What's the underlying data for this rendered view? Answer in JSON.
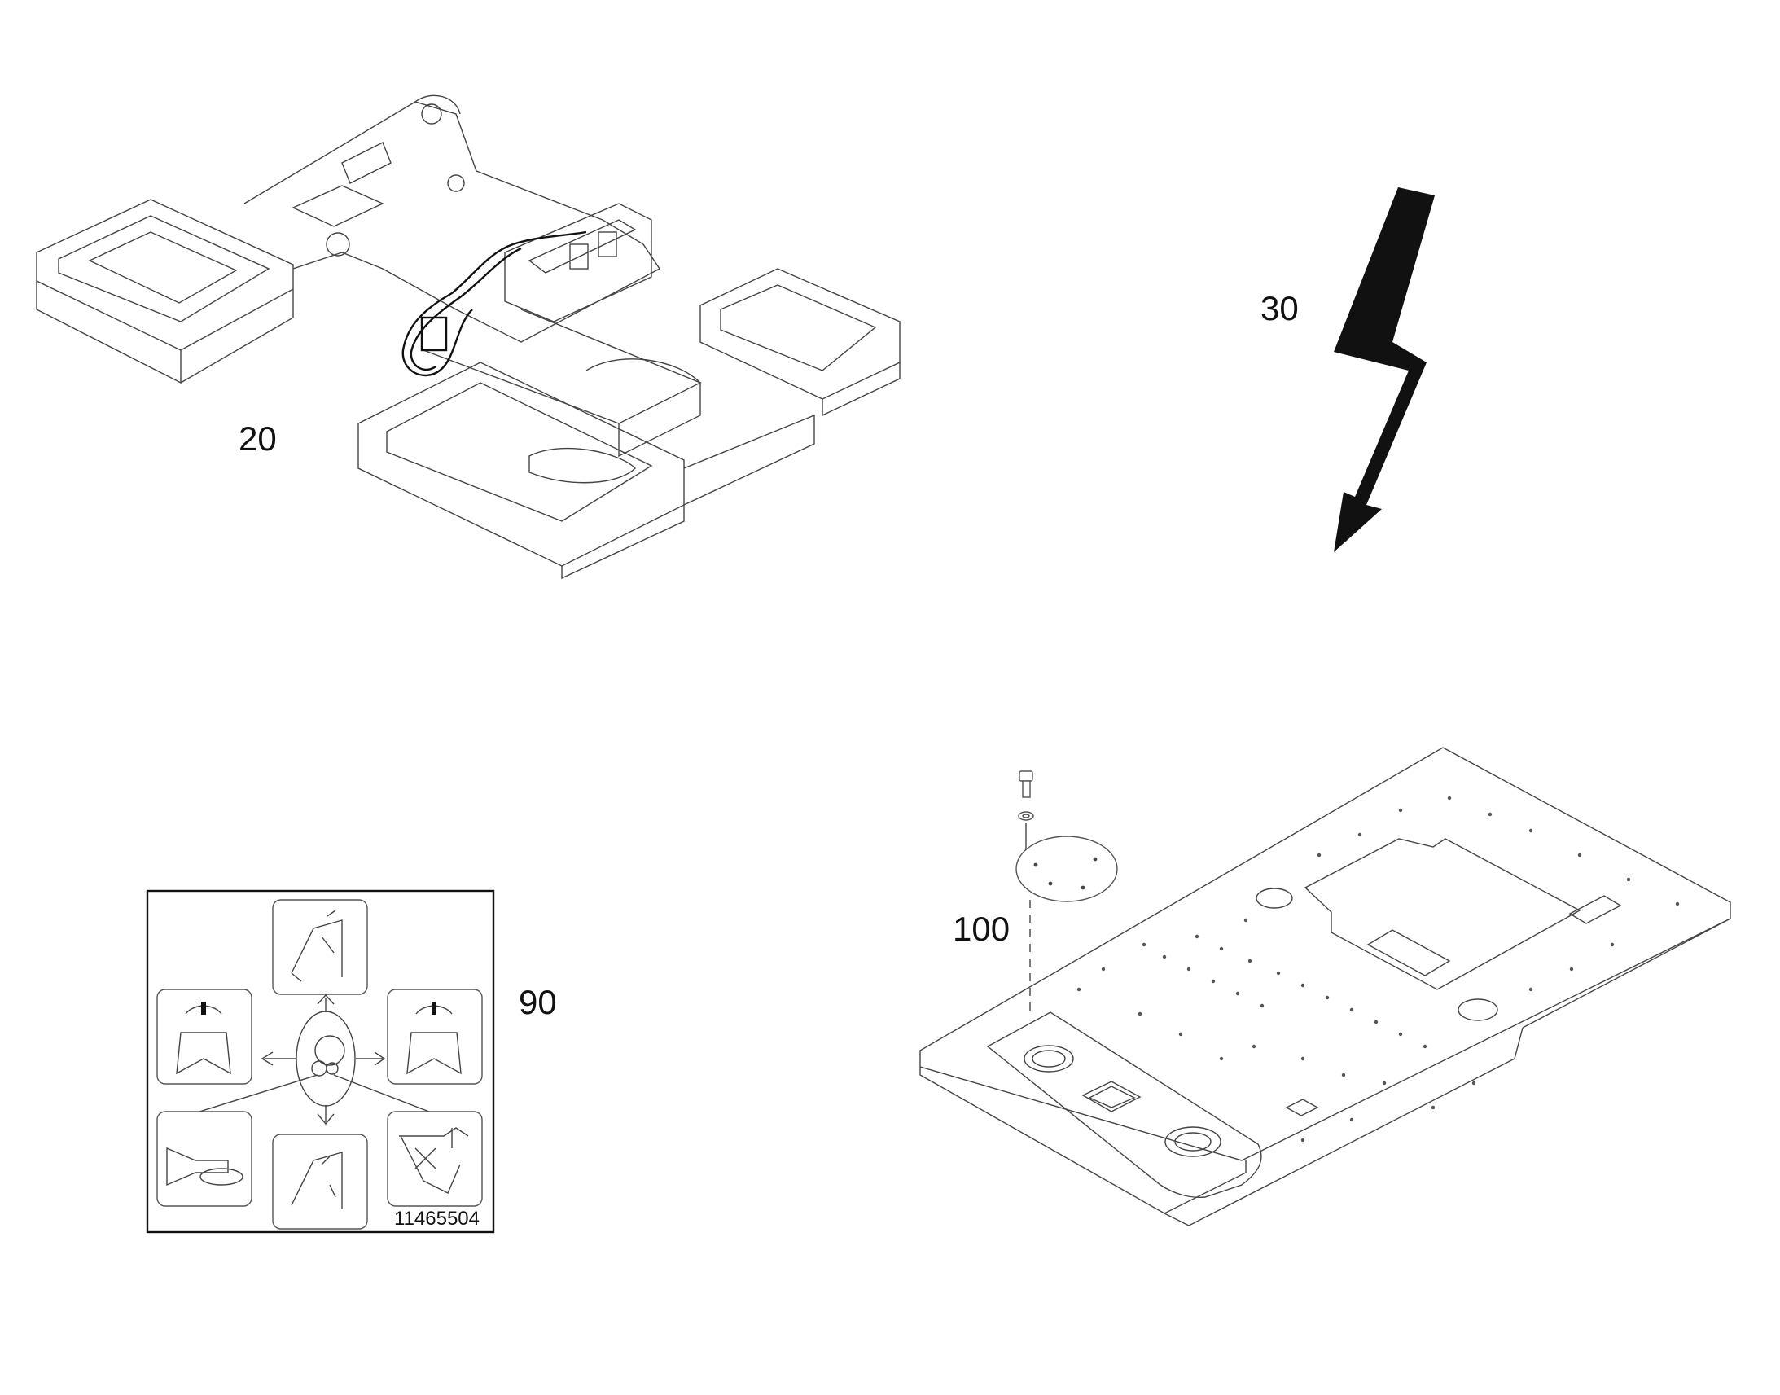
{
  "callouts": {
    "frame_harness": "20",
    "warning_symbol": "30",
    "decal": "90",
    "floor_plate": "100"
  },
  "decal_part_number": "11465504",
  "colors": {
    "line": "#444444",
    "ink": "#111111",
    "background": "#ffffff"
  },
  "icons": {
    "frame": "excavator-frame-drawing",
    "bolt": "lightning-bolt-icon",
    "decal": "joystick-control-pattern-decal",
    "plate": "cab-floor-plate-drawing"
  }
}
